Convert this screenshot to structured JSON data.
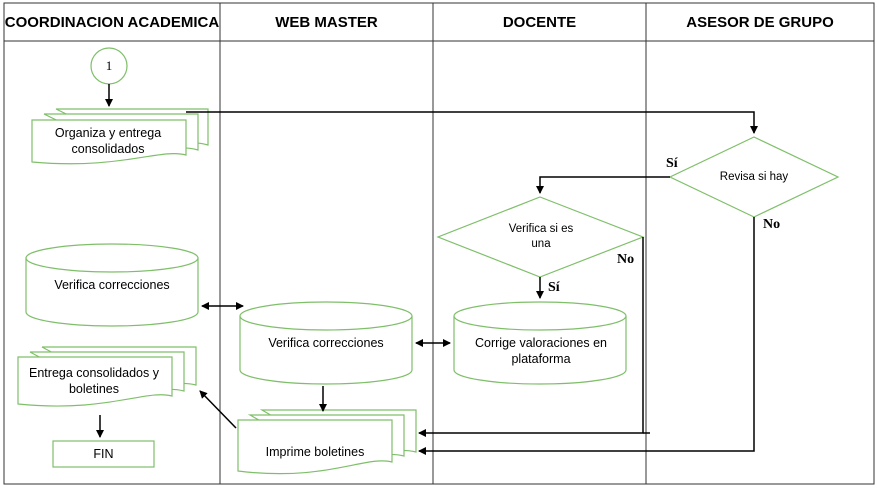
{
  "lanes": [
    "COORDINACION ACADEMICA",
    "WEB MASTER",
    "DOCENTE",
    "ASESOR DE GRUPO"
  ],
  "connector": "1",
  "nodes": {
    "organiza": "Organiza y entrega consolidados",
    "revisa": "Revisa si hay",
    "verifica_si": "Verifica si es una",
    "verifica_coord": "Verifica correcciones",
    "verifica_web": "Verifica correcciones",
    "corrige": "Corrige valoraciones en plataforma",
    "entrega": "Entrega consolidados y boletines",
    "imprime": "Imprime boletines",
    "fin": "FIN"
  },
  "labels": {
    "si_revisa": "Sí",
    "no_revisa": "No",
    "si_verifica": "Sí",
    "no_verifica": "No"
  },
  "colors": {
    "shape_stroke": "#7fbf6a",
    "lane_line": "#333333",
    "arrow": "#000000"
  }
}
